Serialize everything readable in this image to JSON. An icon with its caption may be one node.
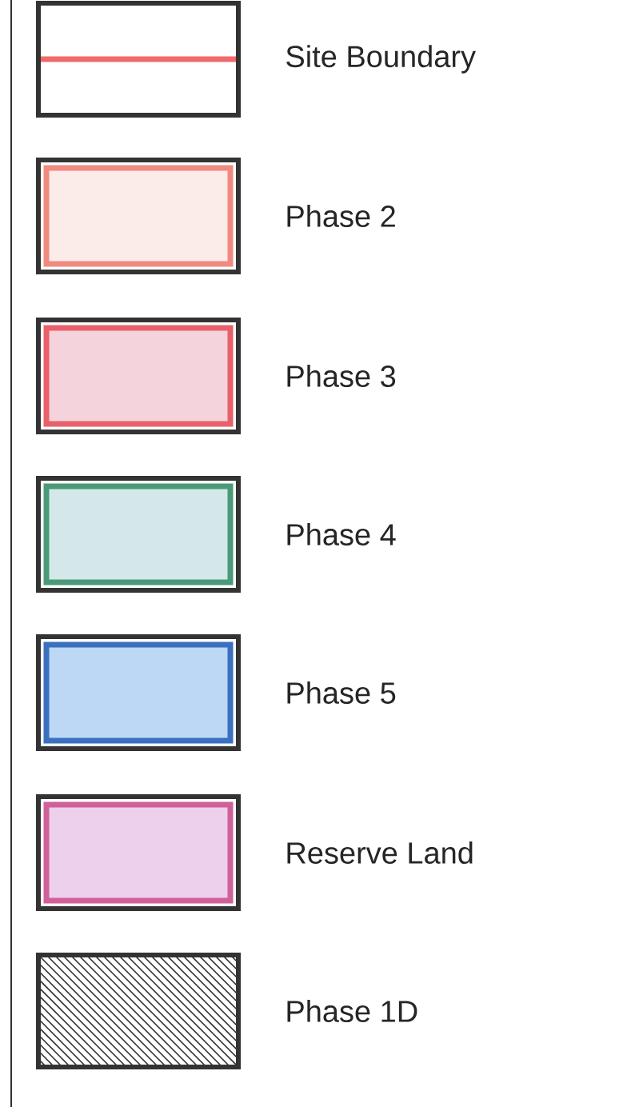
{
  "diagram": {
    "legend": [
      {
        "text": "Site Boundary"
      },
      {
        "text": "Phase 2"
      },
      {
        "text": "Phase 3"
      },
      {
        "text": "Phase 4"
      },
      {
        "text": "Phase 5"
      },
      {
        "text": "Reserve Land"
      },
      {
        "text": "Phase 1D"
      }
    ]
  }
}
